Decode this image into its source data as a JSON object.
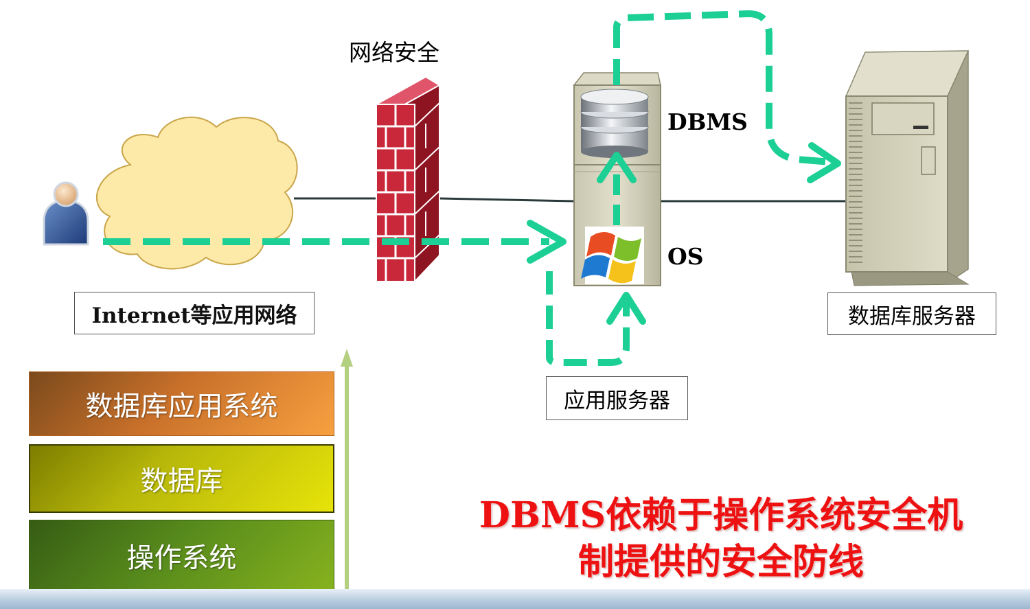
{
  "firewall_title": "网络安全",
  "server": {
    "dbms_label": "DBMS",
    "os_label": "OS"
  },
  "labels": {
    "internet": "Internet等应用网络",
    "app_server": "应用服务器",
    "db_server": "数据库服务器"
  },
  "layers": {
    "application": "数据库应用系统",
    "database": "数据库",
    "os": "操作系统"
  },
  "conclusion": {
    "line1": "DBMS依赖于操作系统安全机",
    "line2": "制提供的安全防线"
  },
  "colors": {
    "flow_arrow": "#1ccf95",
    "conclusion_text": "#ee1111",
    "firewall_brick": "#c8283a",
    "layer_arrow": "#b3cf80"
  }
}
